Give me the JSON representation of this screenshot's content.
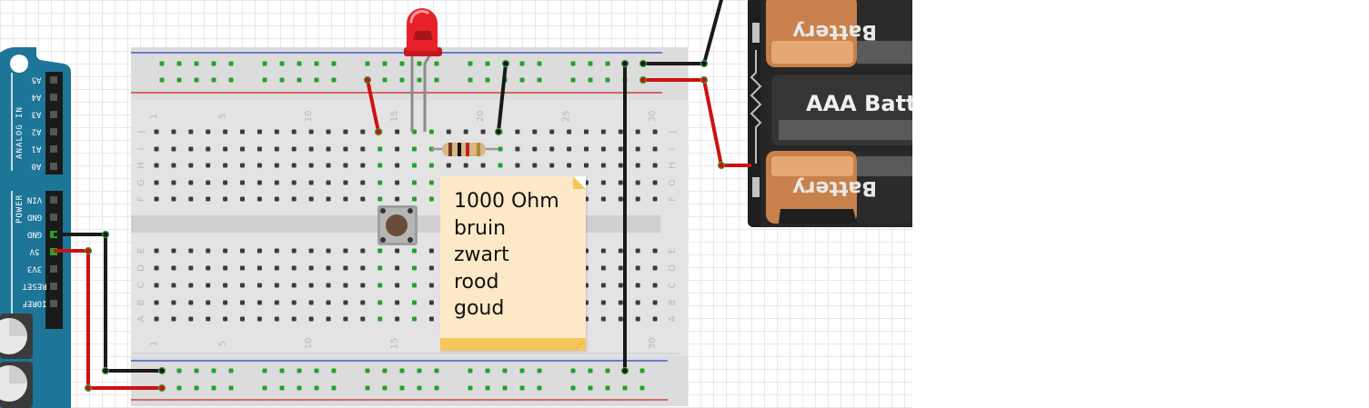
{
  "arduino": {
    "analog_header_label": "ANALOG IN",
    "analog_pins": [
      "A5",
      "A4",
      "A3",
      "A2",
      "A1",
      "A0"
    ],
    "power_header_label": "POWER",
    "power_pins": [
      "VIN",
      "GND",
      "GND",
      "5V",
      "3V3",
      "RESET",
      "IOREF"
    ],
    "board_color": "#1d7598"
  },
  "breadboard": {
    "column_numbers": [
      "1",
      "5",
      "10",
      "15",
      "20",
      "25",
      "30"
    ],
    "top_row_letters": [
      "J",
      "I",
      "H",
      "G",
      "F"
    ],
    "bottom_row_letters": [
      "E",
      "D",
      "C",
      "B",
      "A"
    ]
  },
  "battery_pack": {
    "label": "AAA Battery",
    "cell_partial_text": "Battery"
  },
  "sticky_note": {
    "lines": [
      "1000 Ohm",
      "bruin",
      "zwart",
      "rood",
      "goud"
    ]
  },
  "colors": {
    "wire_red": "#cc1111",
    "wire_black": "#1a1a1a",
    "led": "#e8202a",
    "connected_hole": "#27a02a",
    "rail_blue": "#2b3fbf",
    "rail_red": "#d02020",
    "note_bg": "#fde9c7",
    "note_accent": "#f7c65a"
  },
  "icons": {
    "pushbutton": "pushbutton-icon",
    "resistor": "resistor-icon",
    "led": "led-icon"
  }
}
